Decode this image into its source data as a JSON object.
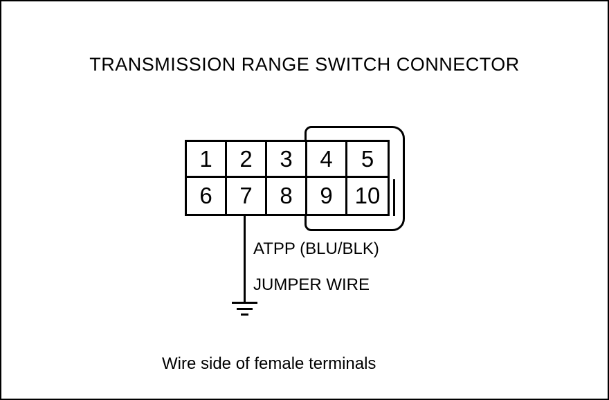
{
  "diagram": {
    "title": "TRANSMISSION RANGE SWITCH CONNECTOR",
    "caption": "Wire side of female terminals"
  },
  "connector": {
    "rows": [
      [
        "1",
        "2",
        "3",
        "4",
        "5"
      ],
      [
        "6",
        "7",
        "8",
        "9",
        "10"
      ]
    ]
  },
  "wire": {
    "label": "ATPP (BLU/BLK)",
    "jumper_label": "JUMPER WIRE",
    "ground_icon": "ground-symbol"
  },
  "colors": {
    "line": "#000000",
    "background": "#ffffff"
  }
}
